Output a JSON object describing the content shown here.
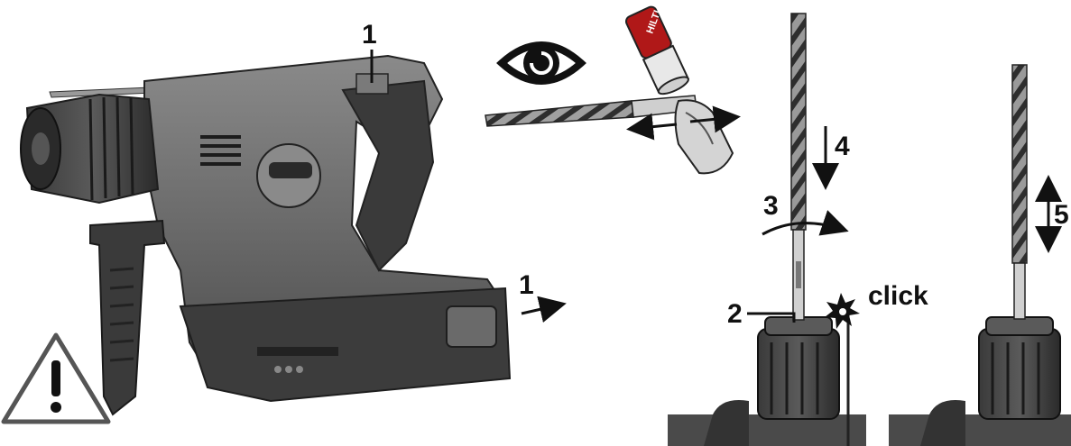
{
  "diagram": {
    "callouts": {
      "trigger_release": "1",
      "battery_release": "1",
      "bit_slot": "2",
      "rotate_bit": "3",
      "push_bit": "4",
      "pull_check": "5"
    },
    "click_label": "click",
    "grease_brand": "HILTI",
    "icons": {
      "warning": "warning-triangle-icon",
      "inspect": "eye-icon",
      "click": "starburst-icon"
    },
    "colors": {
      "ink": "#111111",
      "tool_body": "#6e6e6e",
      "tool_dark": "#2f2f2f",
      "tool_light": "#9a9a9a",
      "grease_cap": "#b01818"
    }
  }
}
